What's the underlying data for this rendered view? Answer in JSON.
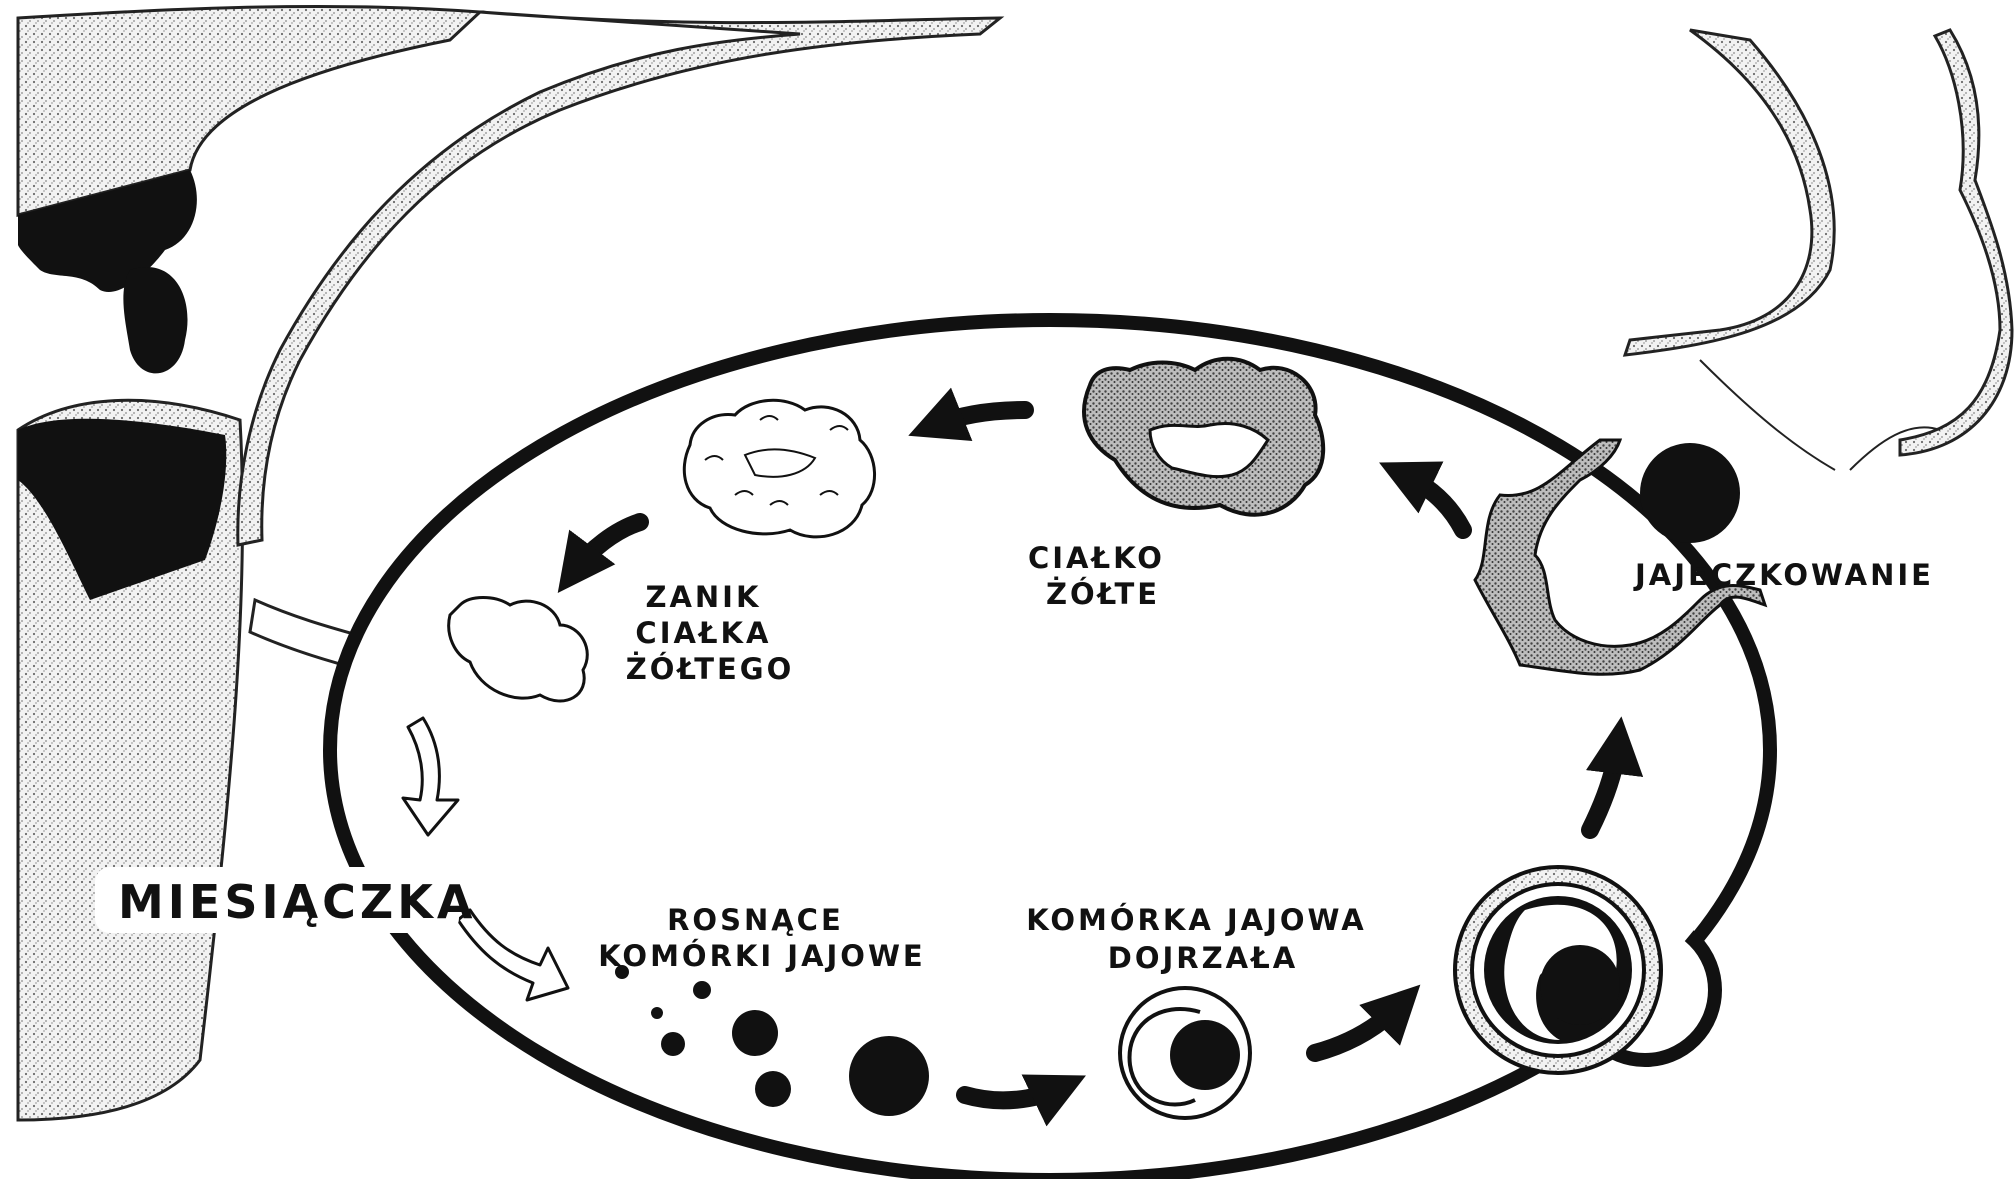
{
  "labels": {
    "menstruation": "MIESIĄCZKA",
    "growing_oocytes": [
      "ROSNĄCE",
      "KOMÓRKI JAJOWE"
    ],
    "mature_oocyte": [
      "KOMÓRKA JAJOWA",
      "DOJRZAŁA"
    ],
    "ovulation": "JAJECZKOWANIE",
    "corpus_luteum": [
      "CIAŁKO",
      "ŻÓŁTE"
    ],
    "corpus_luteum_regression": [
      "ZANIK",
      "CIAŁKA",
      "ŻÓŁTEGO"
    ]
  },
  "colors": {
    "ink": "#111111",
    "tissue_grey": "#8a8a8a",
    "paper": "#ffffff"
  },
  "icons": {
    "arrow_solid": "black-curved-arrow",
    "arrow_outline": "white-outlined-arrow"
  }
}
